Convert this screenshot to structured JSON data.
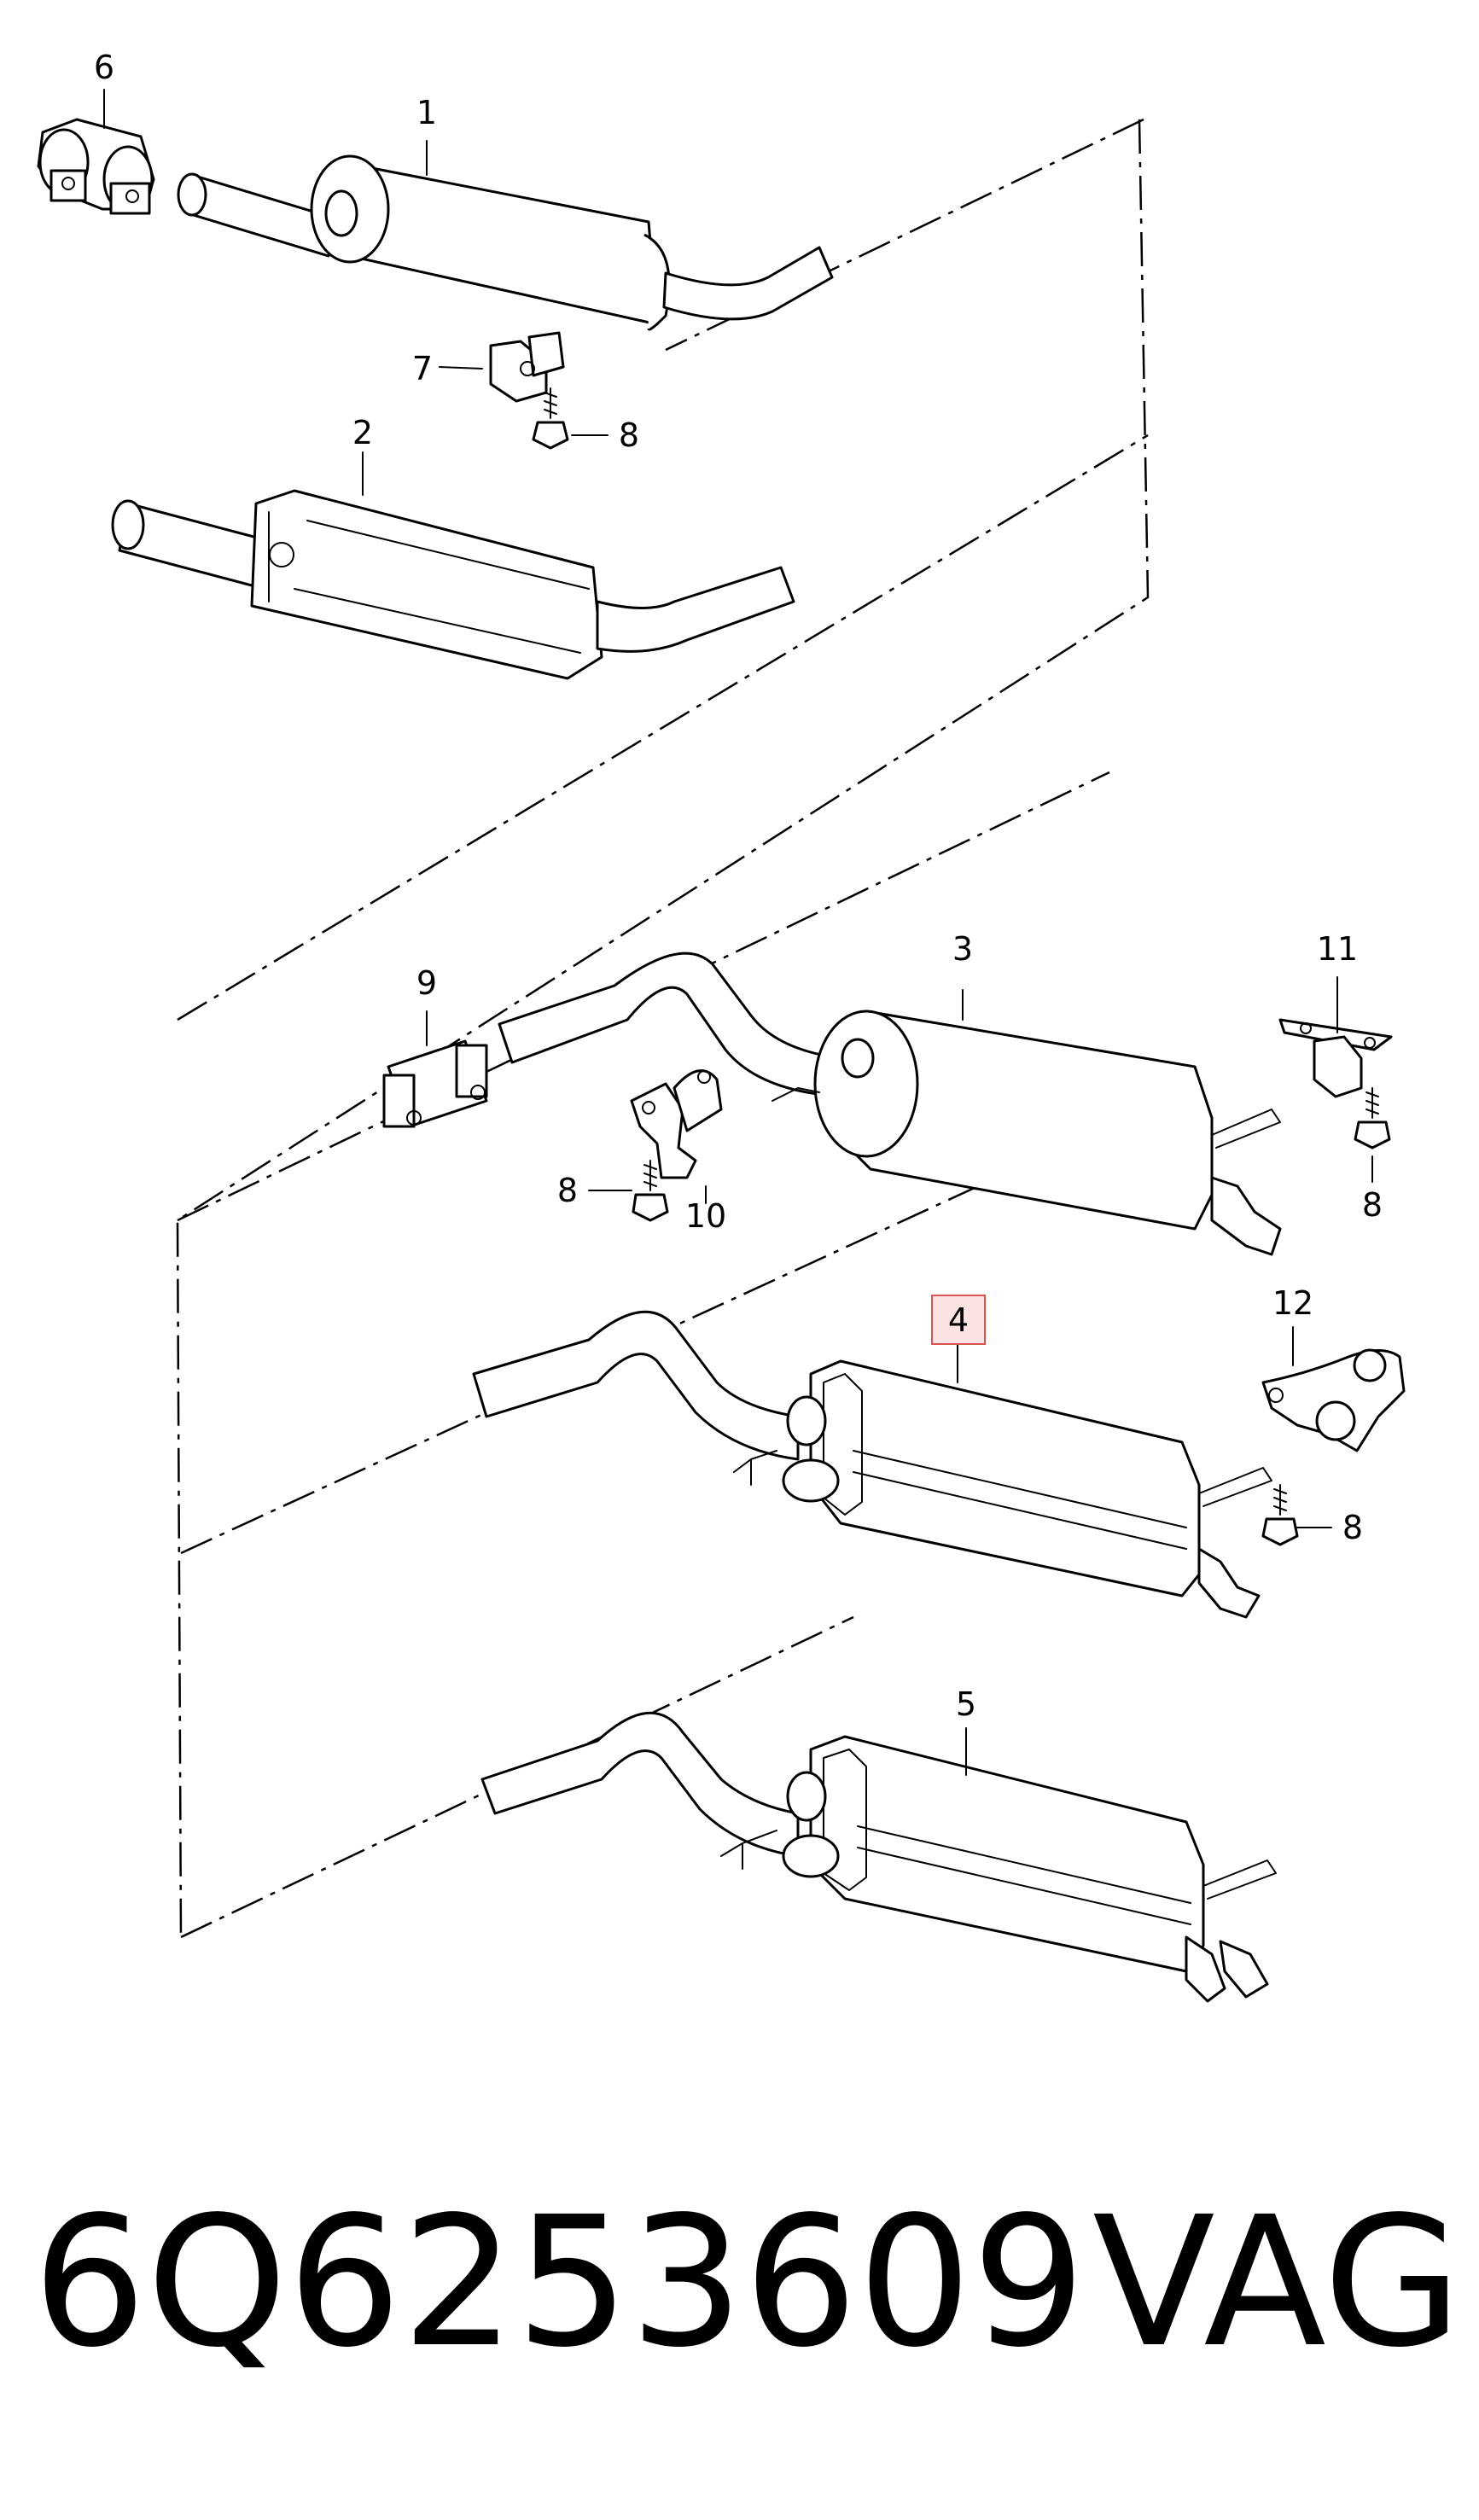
{
  "callouts": {
    "c1": "1",
    "c2": "2",
    "c3": "3",
    "c4": "4",
    "c5": "5",
    "c6": "6",
    "c7": "7",
    "c8a": "8",
    "c8b": "8",
    "c8c": "8",
    "c8d": "8",
    "c9": "9",
    "c10": "10",
    "c11": "11",
    "c12": "12"
  },
  "highlight": {
    "callout": "4",
    "color": "#d9534f"
  },
  "caption": {
    "part_number": "6Q6253609",
    "brand": "VAG"
  }
}
